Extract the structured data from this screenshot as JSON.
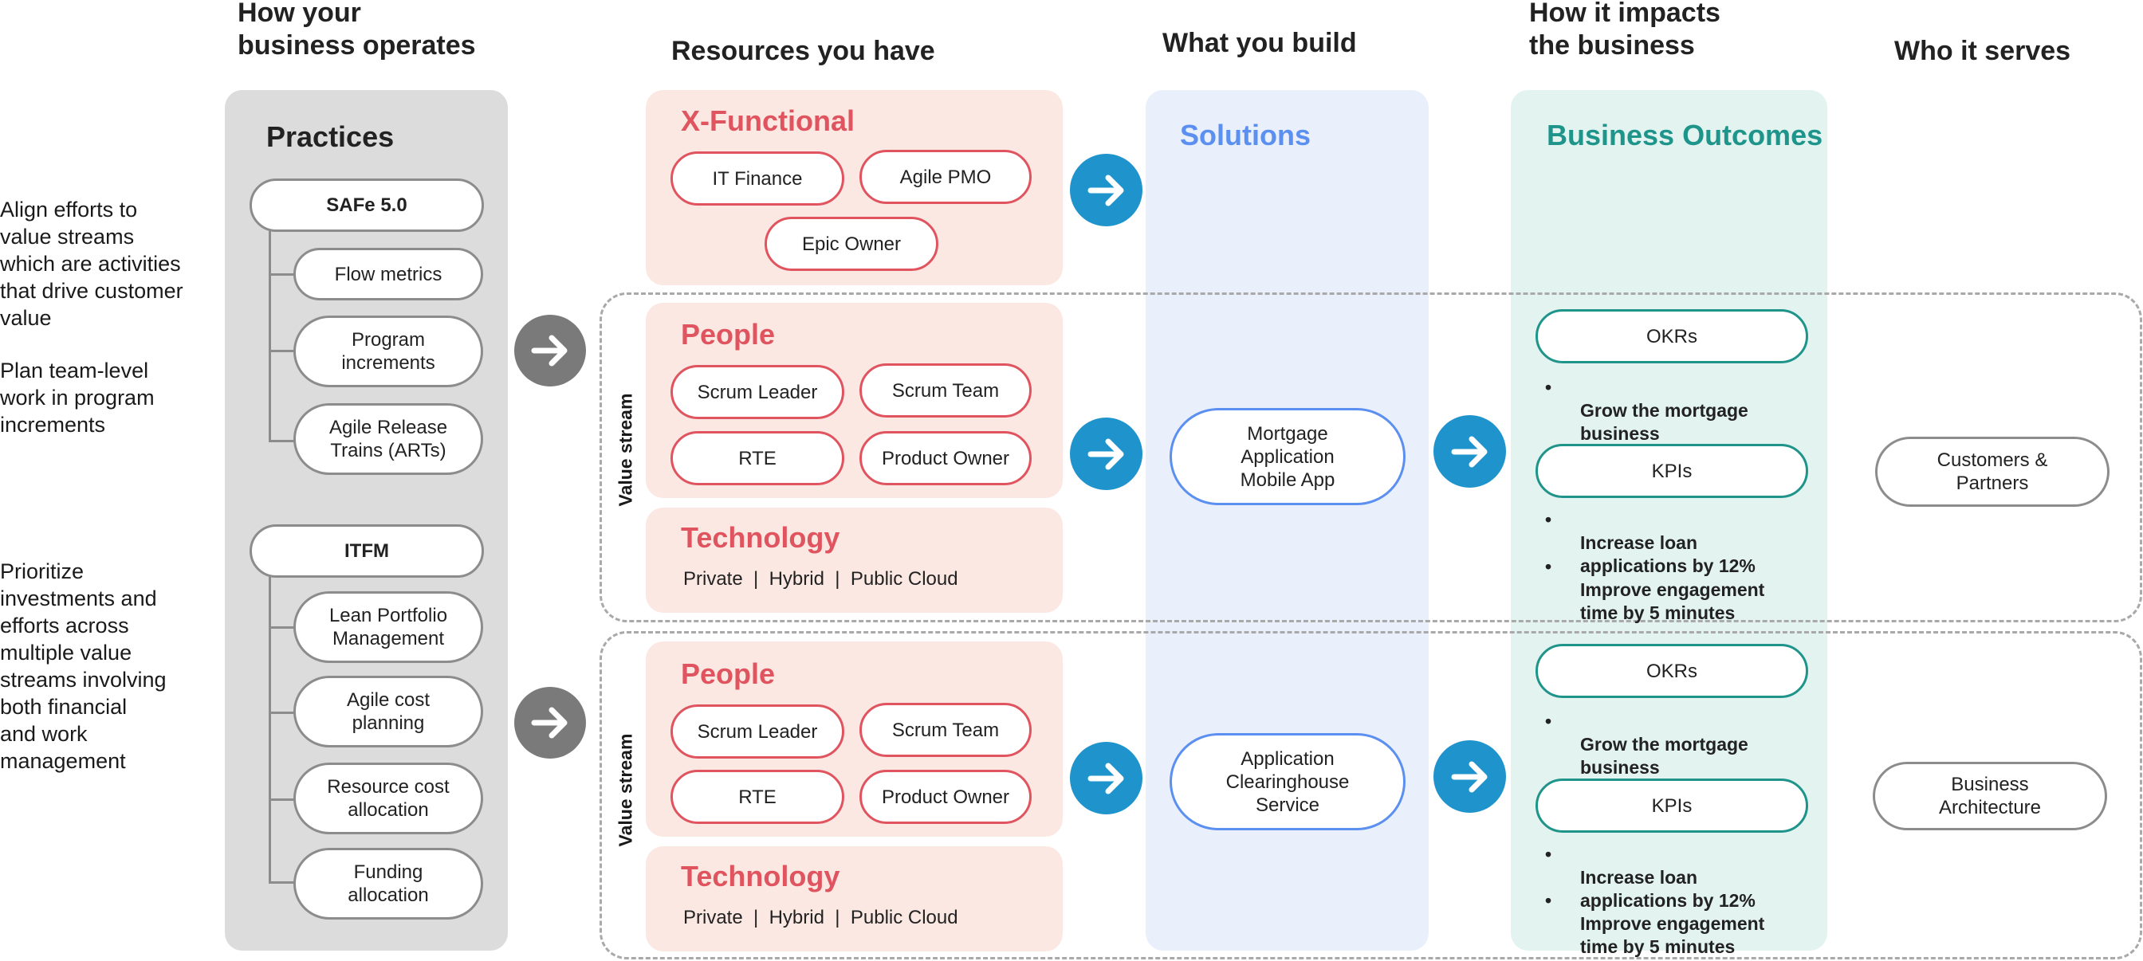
{
  "headers": {
    "operates": "How your\nbusiness operates",
    "resources": "Resources you have",
    "build": "What you build",
    "impacts": "How it impacts\nthe business",
    "serves": "Who it serves"
  },
  "side_notes": {
    "align": "Align efforts to\nvalue streams\nwhich are activities\nthat drive customer\nvalue",
    "plan": "Plan team-level\nwork in program\nincrements",
    "prioritize": "Prioritize\ninvestments and\nefforts across\nmultiple value\nstreams involving\nboth financial\nand work\nmanagement"
  },
  "practices": {
    "title": "Practices",
    "safe": {
      "label": "SAFe 5.0",
      "items": [
        "Flow metrics",
        "Program\nincrements",
        "Agile Release\nTrains (ARTs)"
      ]
    },
    "itfm": {
      "label": "ITFM",
      "items": [
        "Lean Portfolio\nManagement",
        "Agile cost\nplanning",
        "Resource cost\nallocation",
        "Funding\nallocation"
      ]
    }
  },
  "xfunctional": {
    "title": "X-Functional",
    "items": [
      "IT Finance",
      "Agile PMO",
      "Epic Owner"
    ]
  },
  "value_streams": [
    {
      "label": "Value stream",
      "people_title": "People",
      "people": [
        "Scrum Leader",
        "Scrum Team",
        "RTE",
        "Product Owner"
      ],
      "tech_title": "Technology",
      "tech": "Private  |  Hybrid  |  Public Cloud",
      "solution": "Mortgage\nApplication\nMobile App",
      "okr_label": "OKRs",
      "okrs": [
        "Grow the mortgage\nbusiness"
      ],
      "kpi_label": "KPIs",
      "kpis": [
        "Increase loan\napplications by 12%",
        "Improve engagement\ntime by 5 minutes"
      ],
      "serves": "Customers &\nPartners"
    },
    {
      "label": "Value stream",
      "people_title": "People",
      "people": [
        "Scrum Leader",
        "Scrum Team",
        "RTE",
        "Product Owner"
      ],
      "tech_title": "Technology",
      "tech": "Private  |  Hybrid  |  Public Cloud",
      "solution": "Application\nClearinghouse\nService",
      "okr_label": "OKRs",
      "okrs": [
        "Grow the mortgage\nbusiness"
      ],
      "kpi_label": "KPIs",
      "kpis": [
        "Increase loan\napplications by 12%",
        "Improve engagement\ntime by 5 minutes"
      ],
      "serves": "Business\nArchitecture"
    }
  ],
  "solutions_title": "Solutions",
  "outcomes_title": "Business Outcomes",
  "bullet": "•",
  "icons": {
    "arrow": "arrow-right-icon"
  },
  "colors": {
    "red_accent": "#e0545f",
    "blue_accent": "#5b8ff0",
    "teal_accent": "#1f948a",
    "arrow_blue": "#1e93cc",
    "arrow_gray": "#7a7a7a"
  }
}
